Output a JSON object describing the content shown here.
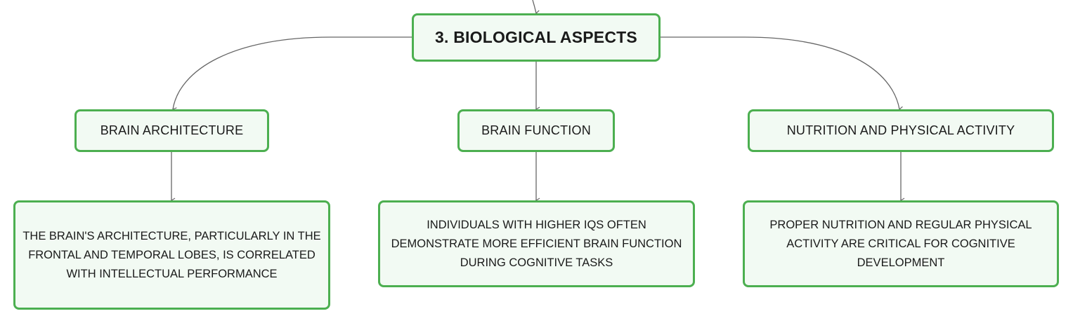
{
  "diagram": {
    "root": {
      "label": "3. BIOLOGICAL ASPECTS"
    },
    "branches": [
      {
        "label": "BRAIN ARCHITECTURE",
        "detail": "THE BRAIN'S ARCHITECTURE, PARTICULARLY IN THE FRONTAL AND TEMPORAL LOBES, IS CORRELATED WITH INTELLECTUAL PERFORMANCE"
      },
      {
        "label": "BRAIN FUNCTION",
        "detail": "INDIVIDUALS WITH HIGHER IQS OFTEN DEMONSTRATE MORE EFFICIENT BRAIN FUNCTION DURING COGNITIVE TASKS"
      },
      {
        "label": "NUTRITION AND PHYSICAL ACTIVITY",
        "detail": "PROPER NUTRITION AND REGULAR PHYSICAL ACTIVITY ARE CRITICAL FOR COGNITIVE DEVELOPMENT"
      }
    ],
    "colors": {
      "node_border": "#4caf50",
      "node_fill": "#f2faf3",
      "connector": "#666666",
      "text": "#1a1a1a"
    }
  }
}
